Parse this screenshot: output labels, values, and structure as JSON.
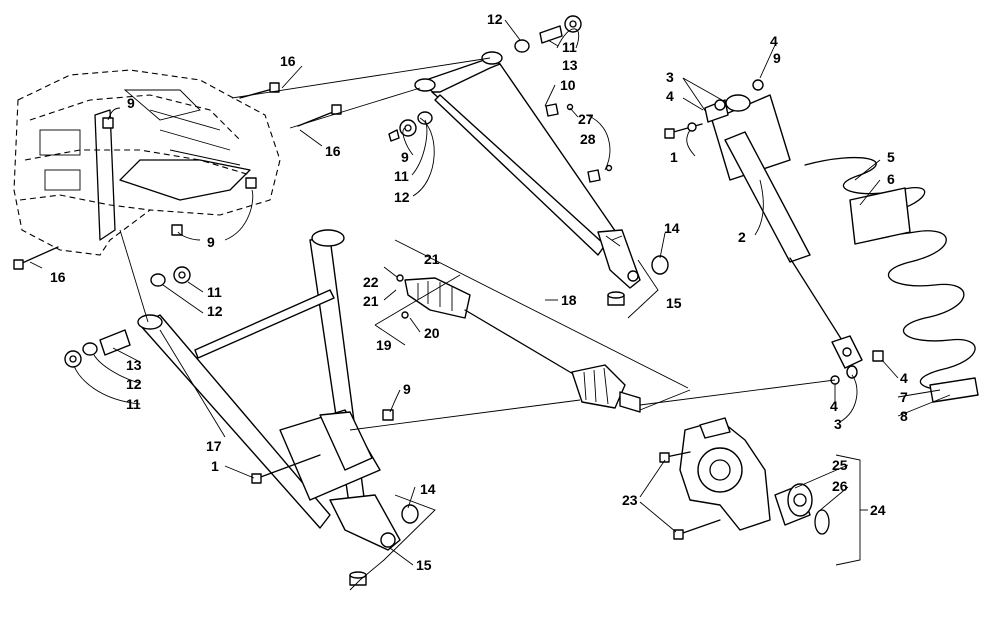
{
  "labels": {
    "l1_top": "1",
    "l2": "2",
    "l3_top": "3",
    "l4_top": "4",
    "l9_top_right": "9",
    "l4_mid": "4",
    "l5": "5",
    "l6": "6",
    "l4_lower": "4",
    "l7": "7",
    "l8": "8",
    "l4_bottom": "4",
    "l3_bottom": "3",
    "l12_top": "12",
    "l11_top": "11",
    "l13_top": "13",
    "l10": "10",
    "l27": "27",
    "l28": "28",
    "l16_top": "16",
    "l16_mid": "16",
    "l16_left": "16",
    "l9_top_left": "9",
    "l9_mid": "9",
    "l11_mid": "11",
    "l12_mid": "12",
    "l9_frame": "9",
    "l14_top": "14",
    "l15_top": "15",
    "l21_a": "21",
    "l22": "22",
    "l21_b": "21",
    "l18": "18",
    "l20": "20",
    "l19": "19",
    "l11_right": "11",
    "l12_right": "12",
    "l13_left": "13",
    "l12_left": "12",
    "l11_left": "11",
    "l9_lower": "9",
    "l17": "17",
    "l1_lower": "1",
    "l14_lower": "14",
    "l15_lower": "15",
    "l23": "23",
    "l25": "25",
    "l26": "26",
    "l24": "24"
  }
}
